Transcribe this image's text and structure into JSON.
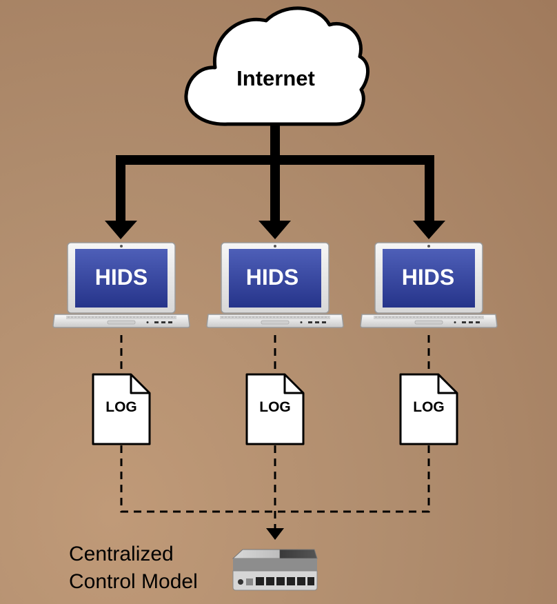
{
  "cloud": {
    "label": "Internet"
  },
  "hosts": [
    {
      "label": "HIDS",
      "log_label": "LOG"
    },
    {
      "label": "HIDS",
      "log_label": "LOG"
    },
    {
      "label": "HIDS",
      "log_label": "LOG"
    }
  ],
  "controller": {
    "label_line1": "Centralized",
    "label_line2": "Control Model"
  },
  "colors": {
    "background": "#b08d6e",
    "screen": "#2f3f9a",
    "arrow": "#000000",
    "document": "#ffffff"
  },
  "icons": [
    "cloud-icon",
    "laptop-icon",
    "log-file-icon",
    "network-switch-icon"
  ]
}
